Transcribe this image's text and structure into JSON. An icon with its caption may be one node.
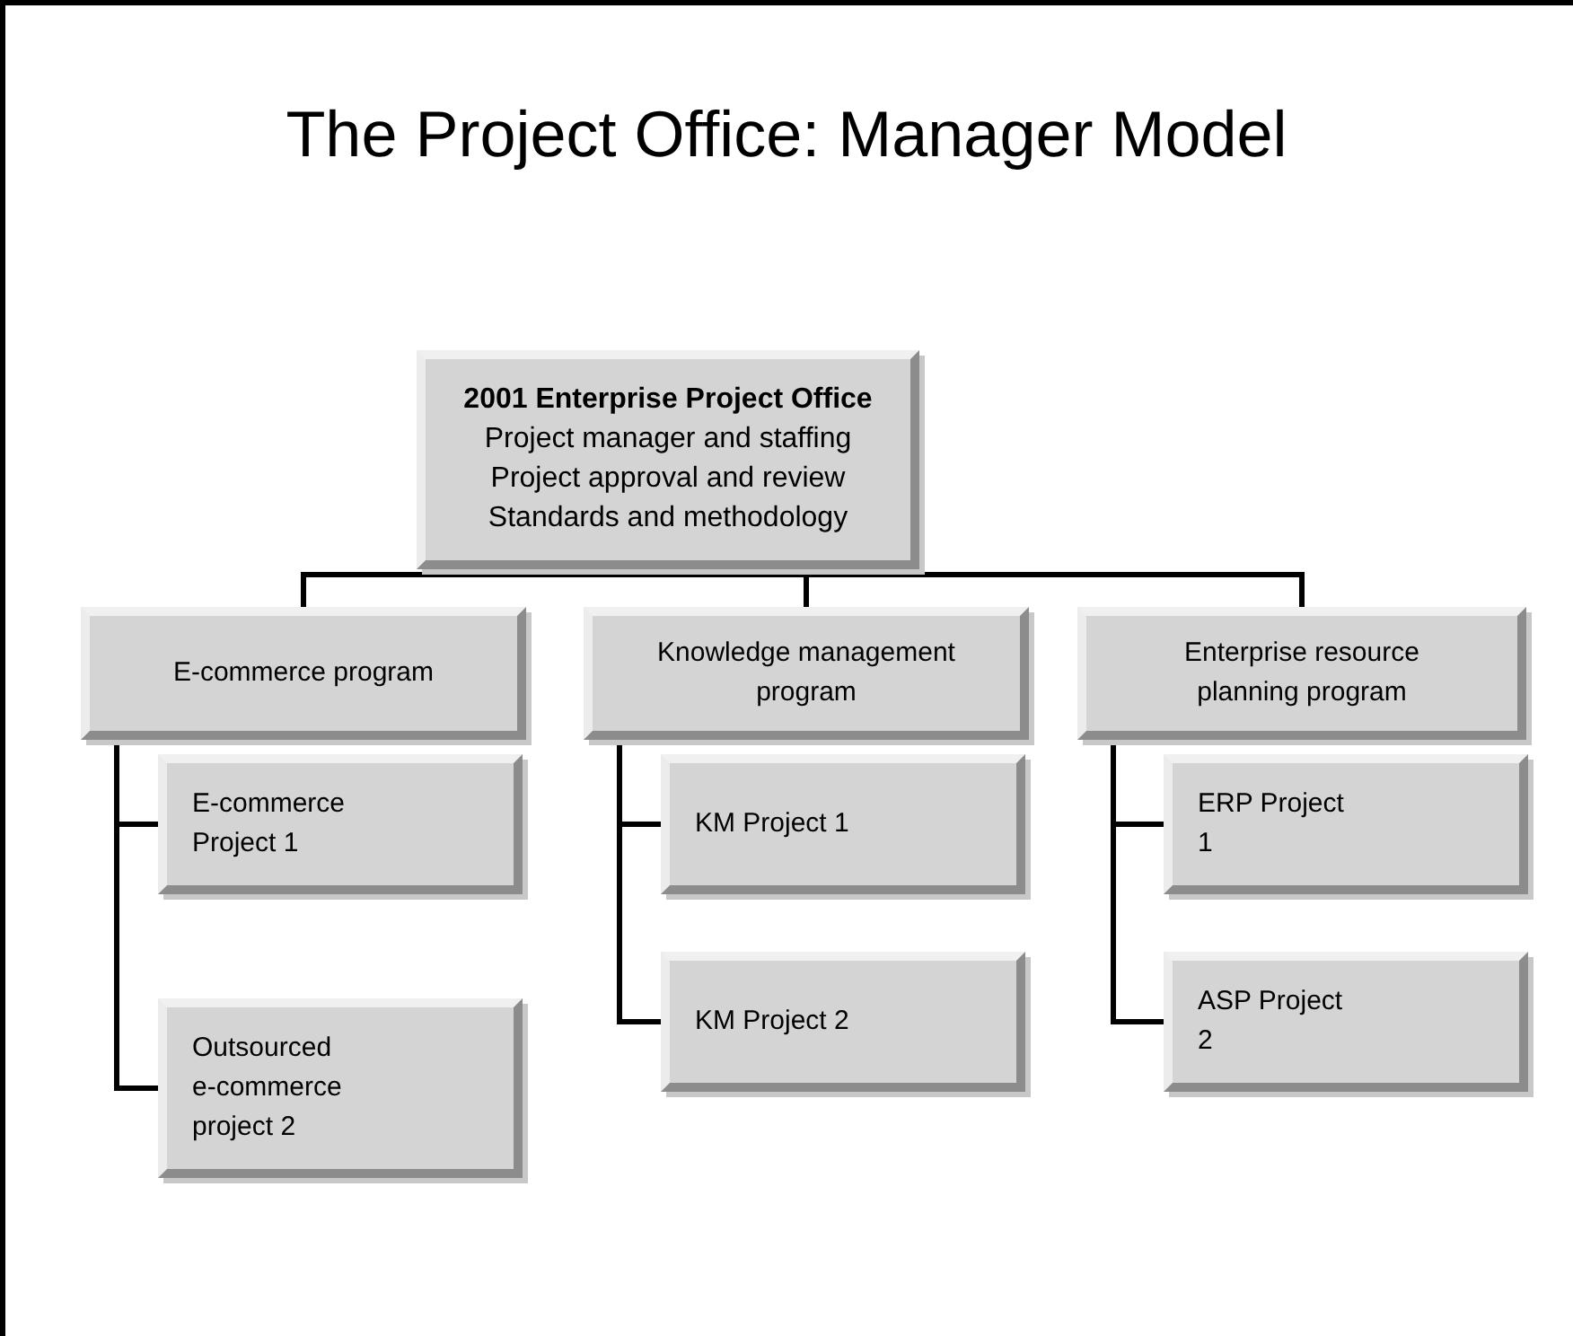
{
  "diagram": {
    "title": "The Project Office: Manager Model",
    "nodes": [
      {
        "text": [
          "2001 Enterprise Project Office",
          "Project manager and staffing",
          "Project approval and review",
          "Standards and methodology"
        ]
      },
      {
        "text": [
          "E-commerce program"
        ]
      },
      {
        "text": [
          "E-commerce Project 1"
        ]
      },
      {
        "text": [
          "Outsourced e-commerce project 2"
        ]
      },
      {
        "text": [
          "Knowledge management program"
        ]
      },
      {
        "text": [
          "KM Project 1"
        ]
      },
      {
        "text": [
          "KM Project 2"
        ]
      },
      {
        "text": [
          "Enterprise resource planning program"
        ]
      },
      {
        "text": [
          "ERP Project 1"
        ]
      },
      {
        "text": [
          "ASP Project 2"
        ]
      }
    ],
    "edges": [
      {
        "from": 0,
        "to": 1,
        "arrow": "none"
      },
      {
        "from": 0,
        "to": 4,
        "arrow": "none"
      },
      {
        "from": 0,
        "to": 7,
        "arrow": "none"
      },
      {
        "from": 1,
        "to": 2,
        "arrow": "none"
      },
      {
        "from": 1,
        "to": 3,
        "arrow": "none"
      },
      {
        "from": 4,
        "to": 5,
        "arrow": "none"
      },
      {
        "from": 4,
        "to": 6,
        "arrow": "none"
      },
      {
        "from": 7,
        "to": 8,
        "arrow": "none"
      },
      {
        "from": 7,
        "to": 9,
        "arrow": "none"
      }
    ]
  }
}
